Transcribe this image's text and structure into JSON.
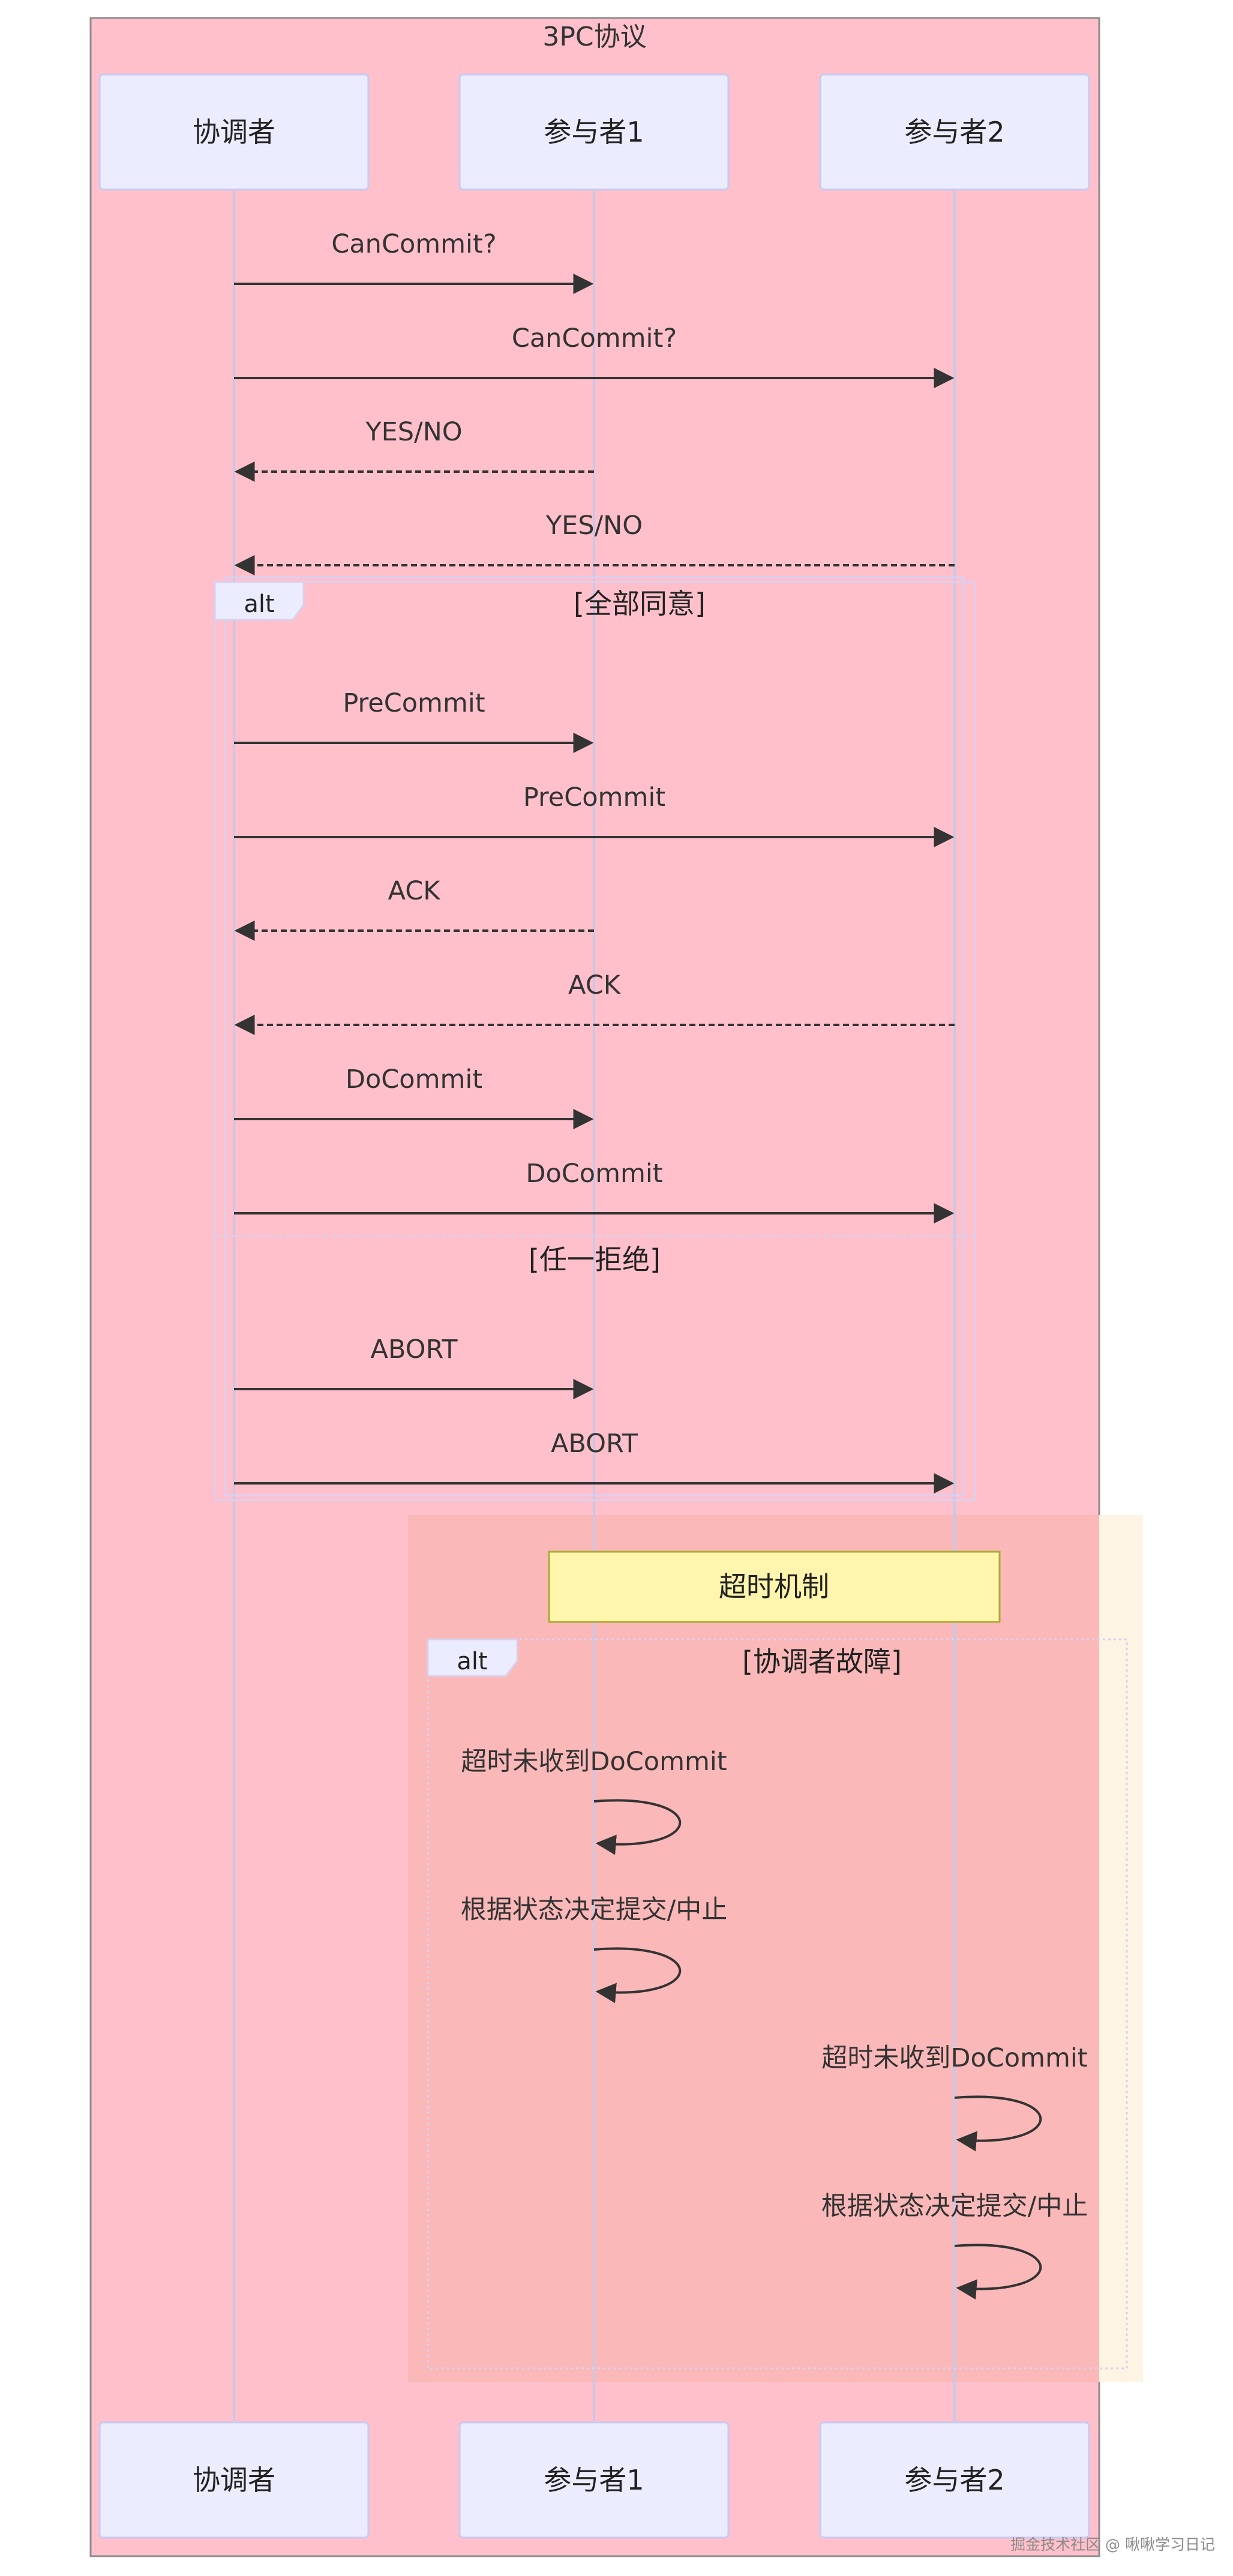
{
  "diagram": {
    "box_title": "3PC协议",
    "actors": {
      "coordinator": "协调者",
      "p1": "参与者1",
      "p2": "参与者2"
    },
    "messages": [
      {
        "from": "coordinator",
        "to": "p1",
        "text": "CanCommit?",
        "style": "solid"
      },
      {
        "from": "coordinator",
        "to": "p2",
        "text": "CanCommit?",
        "style": "solid"
      },
      {
        "from": "p1",
        "to": "coordinator",
        "text": "YES/NO",
        "style": "dashed"
      },
      {
        "from": "p2",
        "to": "coordinator",
        "text": "YES/NO",
        "style": "dashed"
      },
      {
        "from": "coordinator",
        "to": "p1",
        "text": "PreCommit",
        "style": "solid"
      },
      {
        "from": "coordinator",
        "to": "p2",
        "text": "PreCommit",
        "style": "solid"
      },
      {
        "from": "p1",
        "to": "coordinator",
        "text": "ACK",
        "style": "dashed"
      },
      {
        "from": "p2",
        "to": "coordinator",
        "text": "ACK",
        "style": "dashed"
      },
      {
        "from": "coordinator",
        "to": "p1",
        "text": "DoCommit",
        "style": "solid"
      },
      {
        "from": "coordinator",
        "to": "p2",
        "text": "DoCommit",
        "style": "solid"
      },
      {
        "from": "coordinator",
        "to": "p1",
        "text": "ABORT",
        "style": "solid"
      },
      {
        "from": "coordinator",
        "to": "p2",
        "text": "ABORT",
        "style": "solid"
      }
    ],
    "alt1": {
      "keyword": "alt",
      "condition": "[全部同意]",
      "else_condition": "[任一拒绝]"
    },
    "timeout": {
      "note": "超时机制",
      "alt_keyword": "alt",
      "condition": "[协调者故障]",
      "self_messages": [
        {
          "actor": "p1",
          "text": "超时未收到DoCommit"
        },
        {
          "actor": "p1",
          "text": "根据状态决定提交/中止"
        },
        {
          "actor": "p2",
          "text": "超时未收到DoCommit"
        },
        {
          "actor": "p2",
          "text": "根据状态决定提交/中止"
        }
      ]
    },
    "colors": {
      "box_bg": "#ffc0cb",
      "timeout_bg": "#fdf4e3",
      "timeout_inner": "#fbb8b8",
      "actor_fill": "#ececff",
      "actor_stroke": "#c9c9f0",
      "note_fill": "#fff5ad",
      "note_stroke": "#aaaa33",
      "line": "#333333"
    }
  },
  "watermark": "掘金技术社区 @ 啾啾学习日记"
}
